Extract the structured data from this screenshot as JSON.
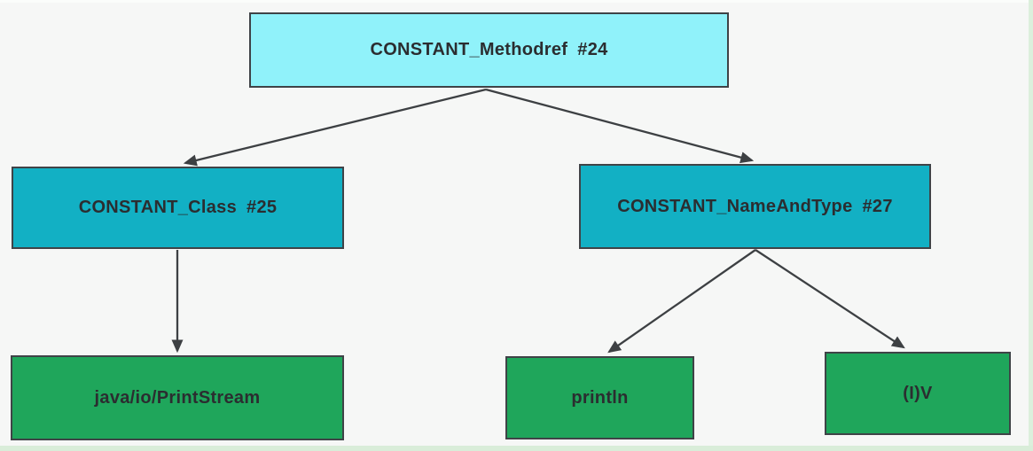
{
  "diagram": {
    "description": "Java constant pool reference tree",
    "nodes": [
      {
        "id": "methodref",
        "label": "CONSTANT_Methodref",
        "index": "#24",
        "level": "root"
      },
      {
        "id": "class",
        "label": "CONSTANT_Class",
        "index": "#25",
        "level": "branch"
      },
      {
        "id": "nameandtype",
        "label": "CONSTANT_NameAndType",
        "index": "#27",
        "level": "branch"
      },
      {
        "id": "printstream",
        "label": "java/io/PrintStream",
        "index": "",
        "level": "leaf"
      },
      {
        "id": "println",
        "label": "println",
        "index": "",
        "level": "leaf"
      },
      {
        "id": "iv",
        "label": "(I)V",
        "index": "",
        "level": "leaf"
      }
    ],
    "edges": [
      {
        "from": "methodref",
        "to": "class"
      },
      {
        "from": "methodref",
        "to": "nameandtype"
      },
      {
        "from": "class",
        "to": "printstream"
      },
      {
        "from": "nameandtype",
        "to": "println"
      },
      {
        "from": "nameandtype",
        "to": "iv"
      }
    ],
    "colors": {
      "root_fill": "#90f2fa",
      "branch_fill": "#12b0c4",
      "leaf_fill": "#1fa65b",
      "node_border": "#3f4347",
      "arrow": "#3d4043",
      "text": "#2b2d30",
      "background": "#f6f7f6",
      "edge_strip": "#d9edd9"
    }
  }
}
